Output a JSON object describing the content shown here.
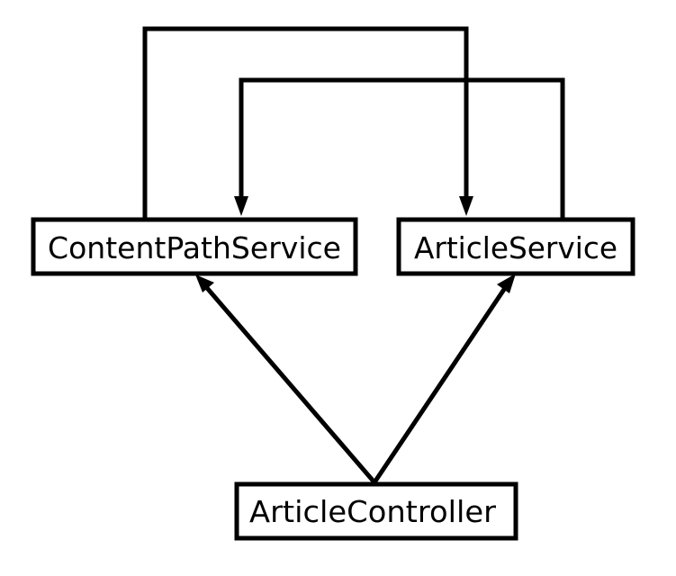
{
  "nodes": {
    "content_path_service": {
      "label": "ContentPathService"
    },
    "article_service": {
      "label": "ArticleService"
    },
    "article_controller": {
      "label": "ArticleController"
    }
  },
  "edges": [
    {
      "from": "content_path_service",
      "to": "article_service"
    },
    {
      "from": "article_service",
      "to": "content_path_service"
    },
    {
      "from": "article_controller",
      "to": "content_path_service"
    },
    {
      "from": "article_controller",
      "to": "article_service"
    }
  ],
  "colors": {
    "stroke": "#000000",
    "background": "#ffffff"
  }
}
